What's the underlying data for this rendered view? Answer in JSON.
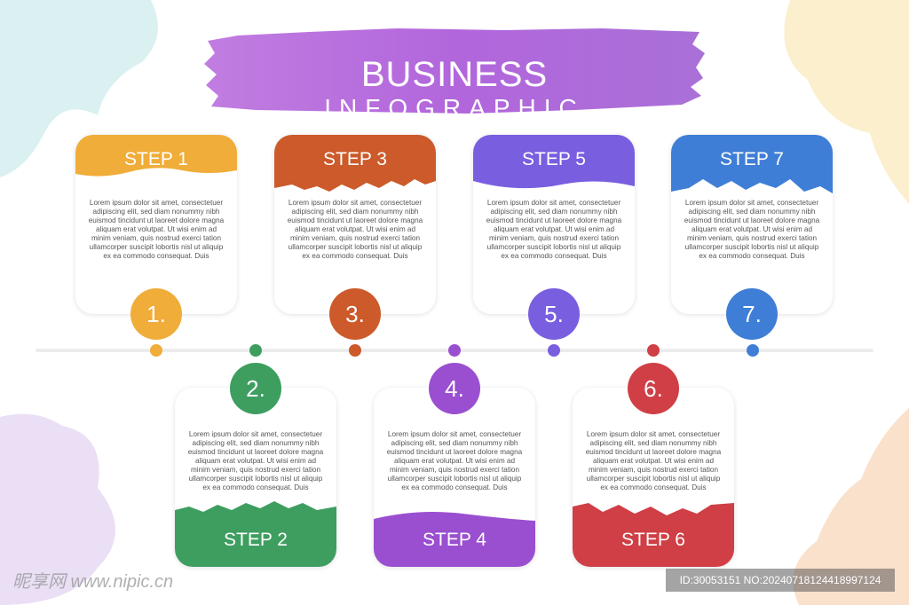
{
  "title": {
    "main": "BUSINESS",
    "sub": "INFOGRAPHIC"
  },
  "colors": {
    "banner": "#b46fd9",
    "step1": "#f0ad3a",
    "step2": "#3e9e60",
    "step3": "#cc5a2a",
    "step4": "#9a4fd0",
    "step5": "#7a5ee0",
    "step6": "#cf3f45",
    "step7": "#3f7ed6",
    "line": "#ececec"
  },
  "steps": [
    {
      "label": "STEP 1",
      "number": "1.",
      "text": "Lorem ipsum dolor sit amet, consectetuer adipiscing elit, sed diam nonummy nibh euismod tincidunt ut laoreet dolore magna aliquam erat volutpat. Ut wisi enim ad minim veniam, quis nostrud exerci tation ullamcorper suscipit lobortis nisl ut aliquip ex ea commodo consequat. Duis"
    },
    {
      "label": "STEP 2",
      "number": "2.",
      "text": "Lorem ipsum dolor sit amet, consectetuer adipiscing elit, sed diam nonummy nibh euismod tincidunt ut laoreet dolore magna aliquam erat volutpat. Ut wisi enim ad minim veniam, quis nostrud exerci tation ullamcorper suscipit lobortis nisl ut aliquip ex ea commodo consequat. Duis"
    },
    {
      "label": "STEP 3",
      "number": "3.",
      "text": "Lorem ipsum dolor sit amet, consectetuer adipiscing elit, sed diam nonummy nibh euismod tincidunt ut laoreet dolore magna aliquam erat volutpat. Ut wisi enim ad minim veniam, quis nostrud exerci tation ullamcorper suscipit lobortis nisl ut aliquip ex ea commodo consequat. Duis"
    },
    {
      "label": "STEP 4",
      "number": "4.",
      "text": "Lorem ipsum dolor sit amet, consectetuer adipiscing elit, sed diam nonummy nibh euismod tincidunt ut laoreet dolore magna aliquam erat volutpat. Ut wisi enim ad minim veniam, quis nostrud exerci tation ullamcorper suscipit lobortis nisl ut aliquip ex ea commodo consequat. Duis"
    },
    {
      "label": "STEP 5",
      "number": "5.",
      "text": "Lorem ipsum dolor sit amet, consectetuer adipiscing elit, sed diam nonummy nibh euismod tincidunt ut laoreet dolore magna aliquam erat volutpat. Ut wisi enim ad minim veniam, quis nostrud exerci tation ullamcorper suscipit lobortis nisl ut aliquip ex ea commodo consequat. Duis"
    },
    {
      "label": "STEP 6",
      "number": "6.",
      "text": "Lorem ipsum dolor sit amet, consectetuer adipiscing elit, sed diam nonummy nibh euismod tincidunt ut laoreet dolore magna aliquam erat volutpat. Ut wisi enim ad minim veniam, quis nostrud exerci tation ullamcorper suscipit lobortis nisl ut aliquip ex ea commodo consequat. Duis"
    },
    {
      "label": "STEP 7",
      "number": "7.",
      "text": "Lorem ipsum dolor sit amet, consectetuer adipiscing elit, sed diam nonummy nibh euismod tincidunt ut laoreet dolore magna aliquam erat volutpat. Ut wisi enim ad minim veniam, quis nostrud exerci tation ullamcorper suscipit lobortis nisl ut aliquip ex ea commodo consequat. Duis"
    }
  ],
  "watermark": {
    "left": "昵享网 www.nipic.cn",
    "right": "ID:30053151 NO:20240718124418997124"
  }
}
